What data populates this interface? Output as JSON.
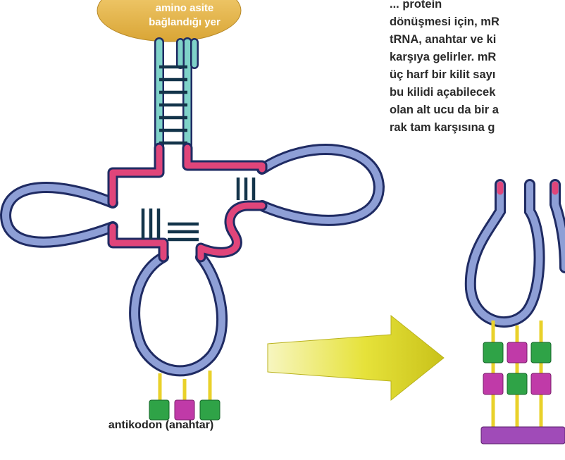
{
  "amino_label": {
    "line1": "amino asite",
    "line2": "bağlandığı yer"
  },
  "anticodon_caption": "antikodon (anahtar)",
  "paragraph": {
    "lines": [
      "... protein",
      "dönüşmesi için, mR",
      "tRNA, anahtar ve ki",
      "karşıya gelirler. mR",
      "üç harf bir kilit sayı",
      "bu kilidi açabilecek",
      "olan alt ucu da bir a",
      "rak tam karşısına g"
    ]
  },
  "colors": {
    "strand_blue": "#8e9fd6",
    "strand_outline": "#1f2b63",
    "stem_pink": "#e0457a",
    "acceptor_teal": "#7fd2c9",
    "base_pair": "#13344a",
    "amino_site": "#e8b84a",
    "arrow": "#d8d424",
    "base_green": "#2fa347",
    "base_magenta": "#c03aa8",
    "connector_yellow": "#e9d12a"
  },
  "icons": {
    "arrow": "arrow-right-icon"
  }
}
